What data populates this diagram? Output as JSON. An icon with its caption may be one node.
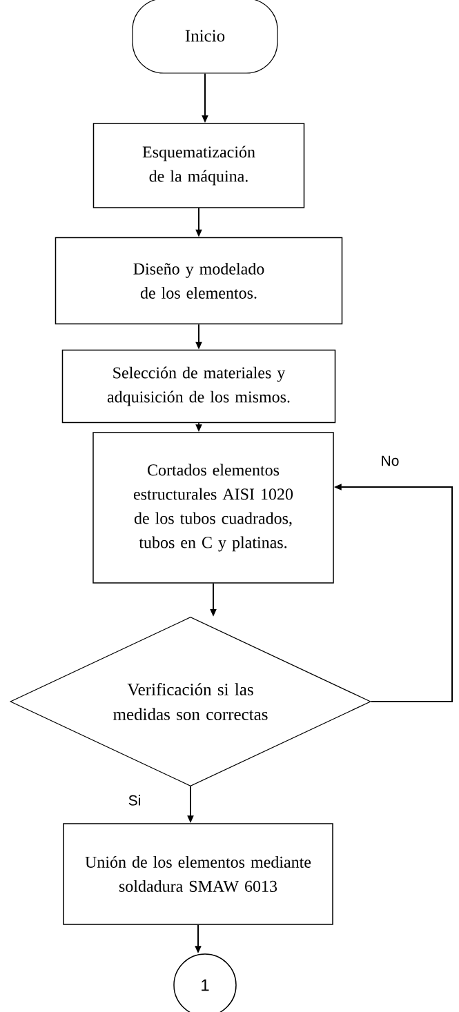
{
  "diagram": {
    "nodes": [
      {
        "text": [
          "Inicio"
        ]
      },
      {
        "text": [
          "Esquematización de la máquina."
        ]
      },
      {
        "text": [
          "Diseño y modelado de los elementos."
        ]
      },
      {
        "text": [
          "Selección de materiales y adquisición de los mismos."
        ]
      },
      {
        "text": [
          "Cortados elementos estructurales AISI 1020 de los tubos cuadrados, tubos en C y platinas."
        ]
      },
      {
        "text": [
          "Verificación si las medidas son correctas"
        ]
      },
      {
        "text": [
          "Unión de los elementos mediante soldadura SMAW 6013"
        ]
      },
      {
        "text": [
          "1"
        ]
      }
    ],
    "edges": [
      {
        "from": 0,
        "to": 1,
        "arrow": "to"
      },
      {
        "from": 1,
        "to": 2,
        "arrow": "to"
      },
      {
        "from": 2,
        "to": 3,
        "arrow": "to"
      },
      {
        "from": 3,
        "to": 4,
        "arrow": "to"
      },
      {
        "from": 4,
        "to": 5,
        "arrow": "to"
      },
      {
        "from": 5,
        "to": 4,
        "arrow": "to",
        "label": "No"
      },
      {
        "from": 5,
        "to": 6,
        "arrow": "to",
        "label": "Si"
      },
      {
        "from": 6,
        "to": 7,
        "arrow": "to"
      }
    ]
  }
}
